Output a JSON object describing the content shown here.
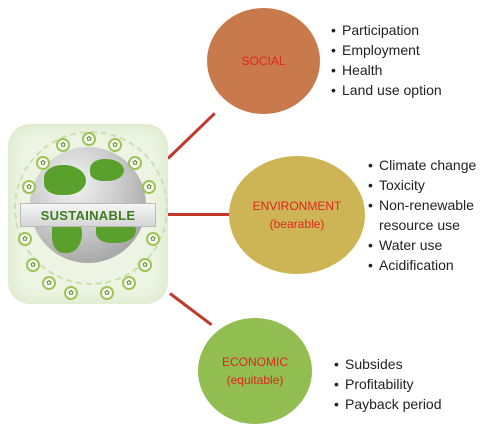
{
  "center": {
    "label": "SUSTAINABLE"
  },
  "pillars": {
    "social": {
      "title": "SOCIAL",
      "subtitle": "",
      "items": [
        "Participation",
        "Employment",
        "Health",
        "Land use option"
      ]
    },
    "environment": {
      "title": "ENVIRONMENT",
      "subtitle": "(bearable)",
      "items": [
        "Climate change",
        "Toxicity",
        "Non-renewable",
        "resource use",
        "Water use",
        "Acidification"
      ]
    },
    "economic": {
      "title": "ECONOMIC",
      "subtitle": "(equitable)",
      "items": [
        "Subsides",
        "Profitability",
        "Payback period"
      ]
    }
  },
  "colors": {
    "social": "#c97a4c",
    "environment": "#cdb556",
    "economic": "#92bd50",
    "label_text": "#e0261e",
    "connector": "#c0392b",
    "banner_text": "#3f7d1f"
  }
}
